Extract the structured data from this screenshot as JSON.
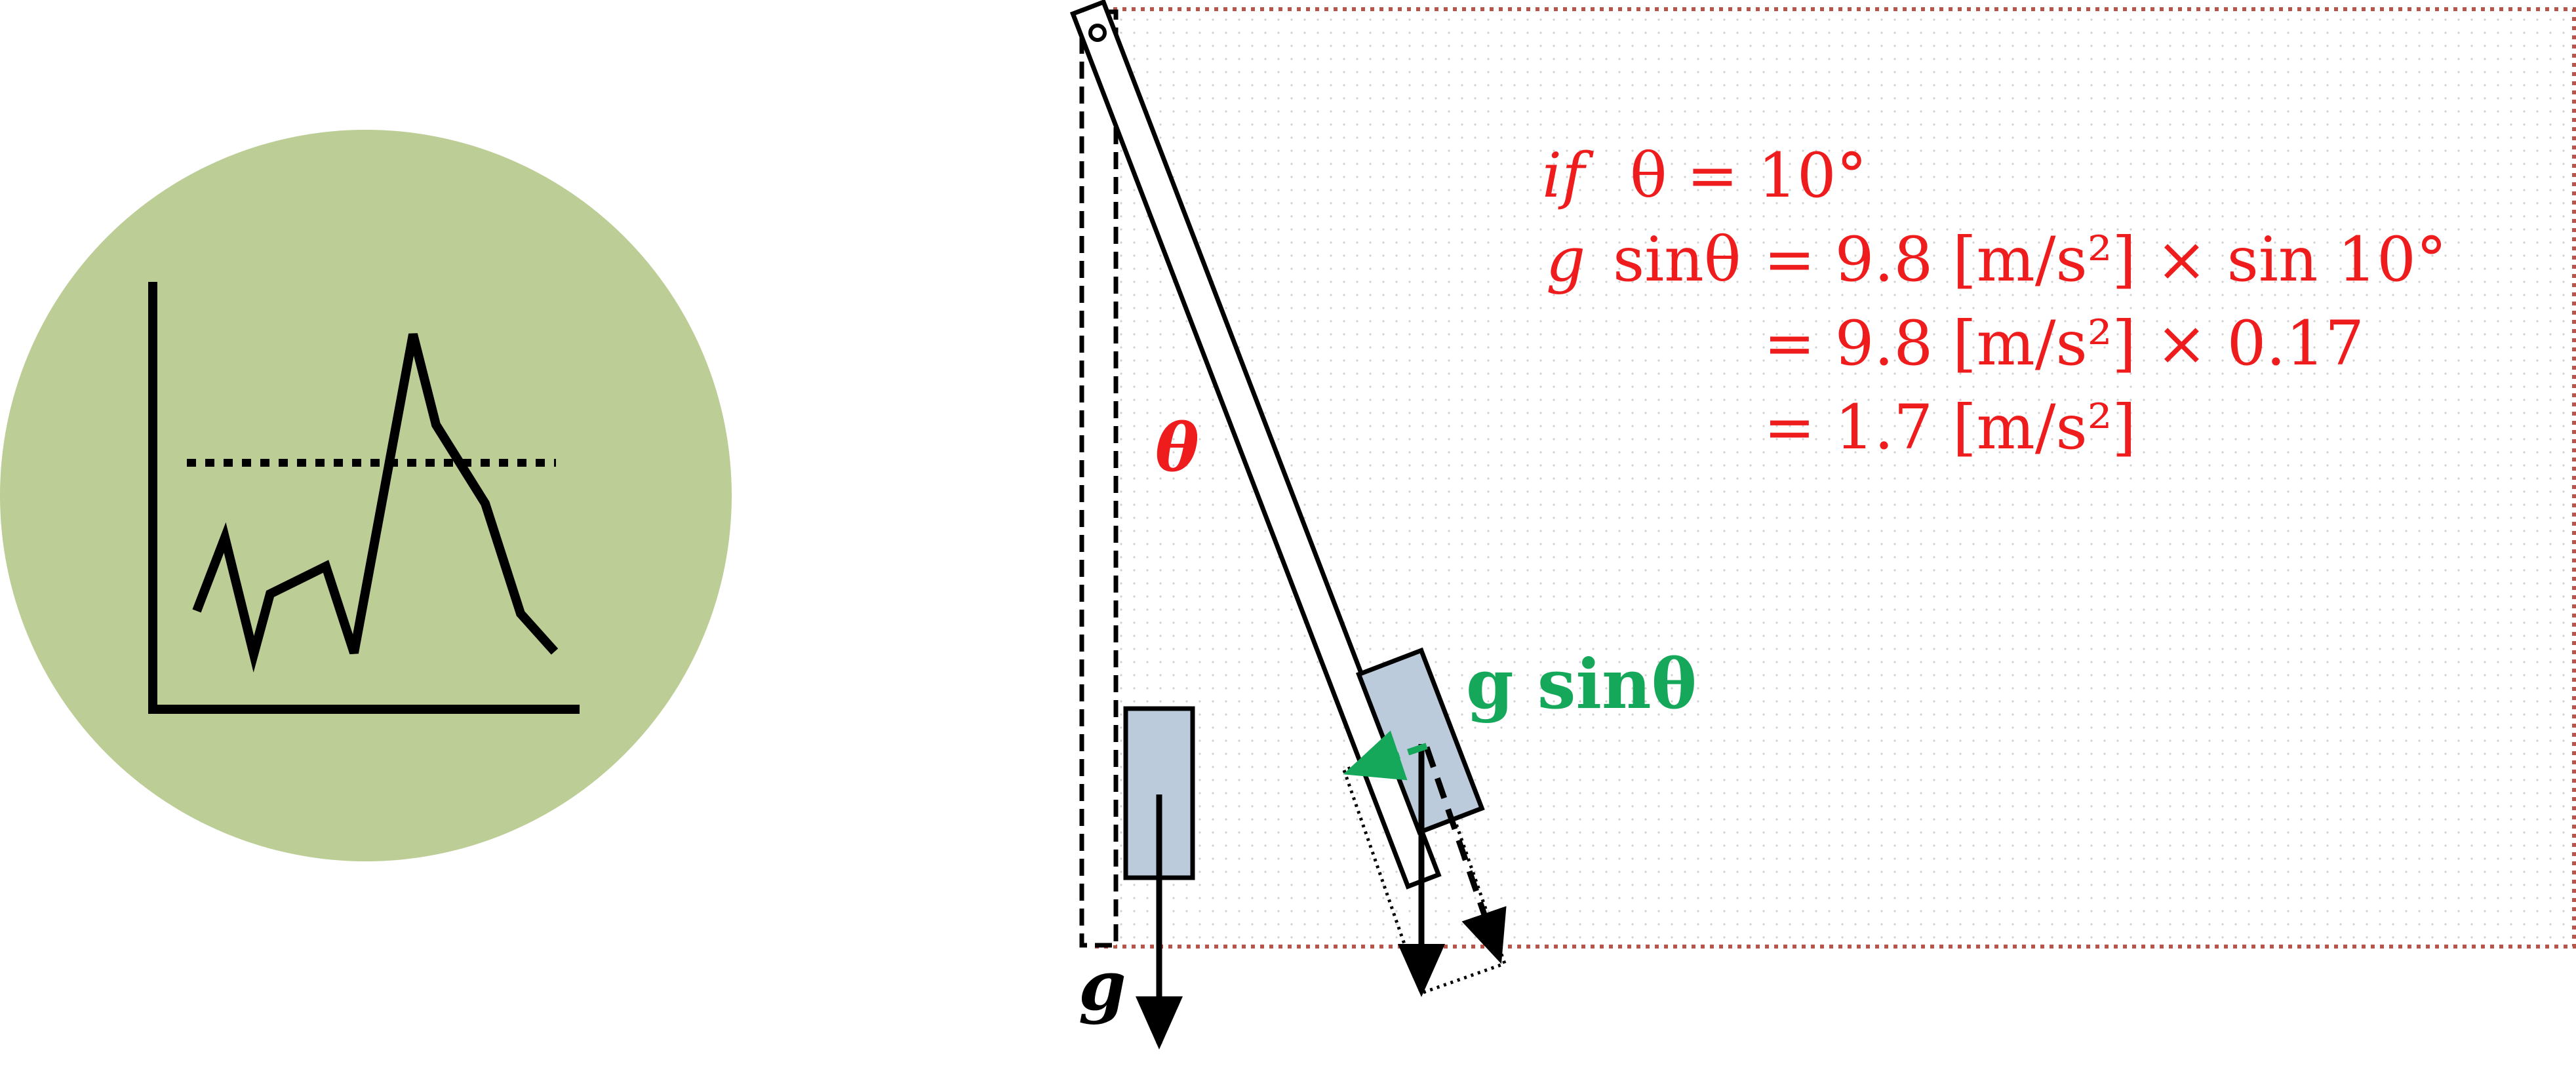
{
  "colors": {
    "circle_fill": "#bccd96",
    "black": "#000000",
    "red": "#ee1c1c",
    "green": "#16a85a",
    "block_fill": "#bccbdc",
    "border_dots": "#b5564a",
    "bg_dots": "#d0d0d0"
  },
  "icon": {
    "name": "line-chart-icon"
  },
  "labels": {
    "theta": "θ",
    "g": "g",
    "g_sin_theta": "g sinθ"
  },
  "formula": {
    "line1_if": "if",
    "line1_rest": "θ = 10°",
    "line2_lhs_g": "g",
    "line2_lhs_rest": "sinθ",
    "line2_rhs": "= 9.8 [m/s²] × sin 10°",
    "line3": "= 9.8 [m/s²] × 0.17",
    "line4": "= 1.7 [m/s²]"
  }
}
